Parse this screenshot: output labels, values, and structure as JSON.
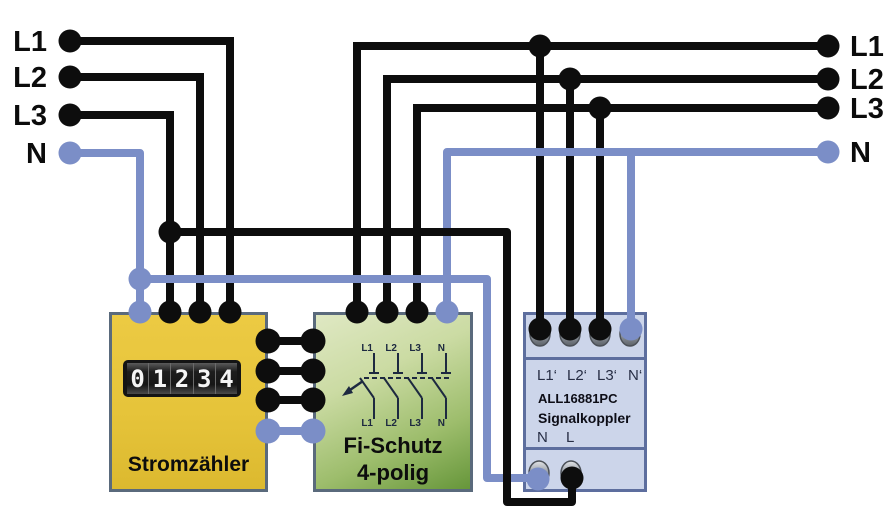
{
  "rails": {
    "left": {
      "l1": "L1",
      "l2": "L2",
      "l3": "L3",
      "n": "N"
    },
    "right": {
      "l1": "L1",
      "l2": "L2",
      "l3": "L3",
      "n": "N"
    }
  },
  "meter": {
    "title": "Stromzähler",
    "counter": [
      "0",
      "1",
      "2",
      "3",
      "4"
    ]
  },
  "rcd": {
    "title": "Fi-Schutz",
    "subtitle": "4-polig",
    "poles_top": [
      "L1",
      "L2",
      "L3",
      "N"
    ],
    "poles_bottom": [
      "L1",
      "L2",
      "L3",
      "N"
    ]
  },
  "coupler": {
    "terminals": [
      "L1‘",
      "L2‘",
      "L3‘",
      "N‘"
    ],
    "model": "ALL16881PC",
    "device": "Signalkoppler",
    "power": [
      "N",
      "L"
    ]
  },
  "colors": {
    "phase": "#0d0d0d",
    "neutral": "#7b8ec7",
    "label": "#0b0b0b",
    "symbol": "#1d2940",
    "meter_fill": "#e6c43a",
    "rcd_green_light": "#dfe8c3",
    "rcd_green_dark": "#66963a",
    "coupler_fill": "#ccd5ea",
    "coupler_border": "#5d6e9e",
    "box_border": "#5a6a7c",
    "counter_bg": "#141414"
  }
}
